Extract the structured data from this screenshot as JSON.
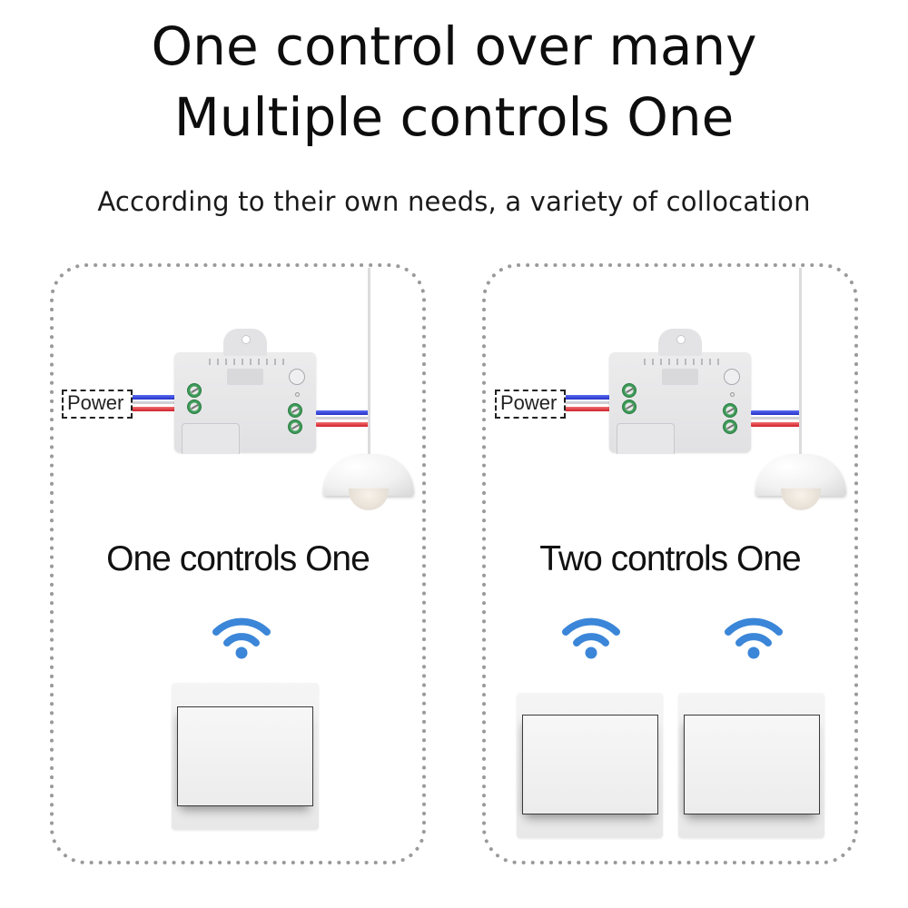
{
  "header": {
    "headline_line1": "One control over many",
    "headline_line2": "Multiple controls One",
    "subheadline": "According to their own needs, a variety of collocation"
  },
  "panels": [
    {
      "id": "left",
      "title": "One controls One",
      "power_label": "Power",
      "switch_count": 1
    },
    {
      "id": "right",
      "title": "Two controls One",
      "power_label": "Power",
      "switch_count": 2
    }
  ],
  "icons": {
    "wifi": "wifi-signal-icon",
    "lamp": "pendant-lamp-icon",
    "module": "receiver-module-icon",
    "switch": "wall-switch-icon"
  },
  "colors": {
    "wifi_blue": "#3b86d8",
    "wire_blue": "#2a37d0",
    "wire_red": "#d9232e",
    "terminal_green": "#3d9b58",
    "dotted_border": "#9a9a9a",
    "text": "#0d0d0d"
  }
}
